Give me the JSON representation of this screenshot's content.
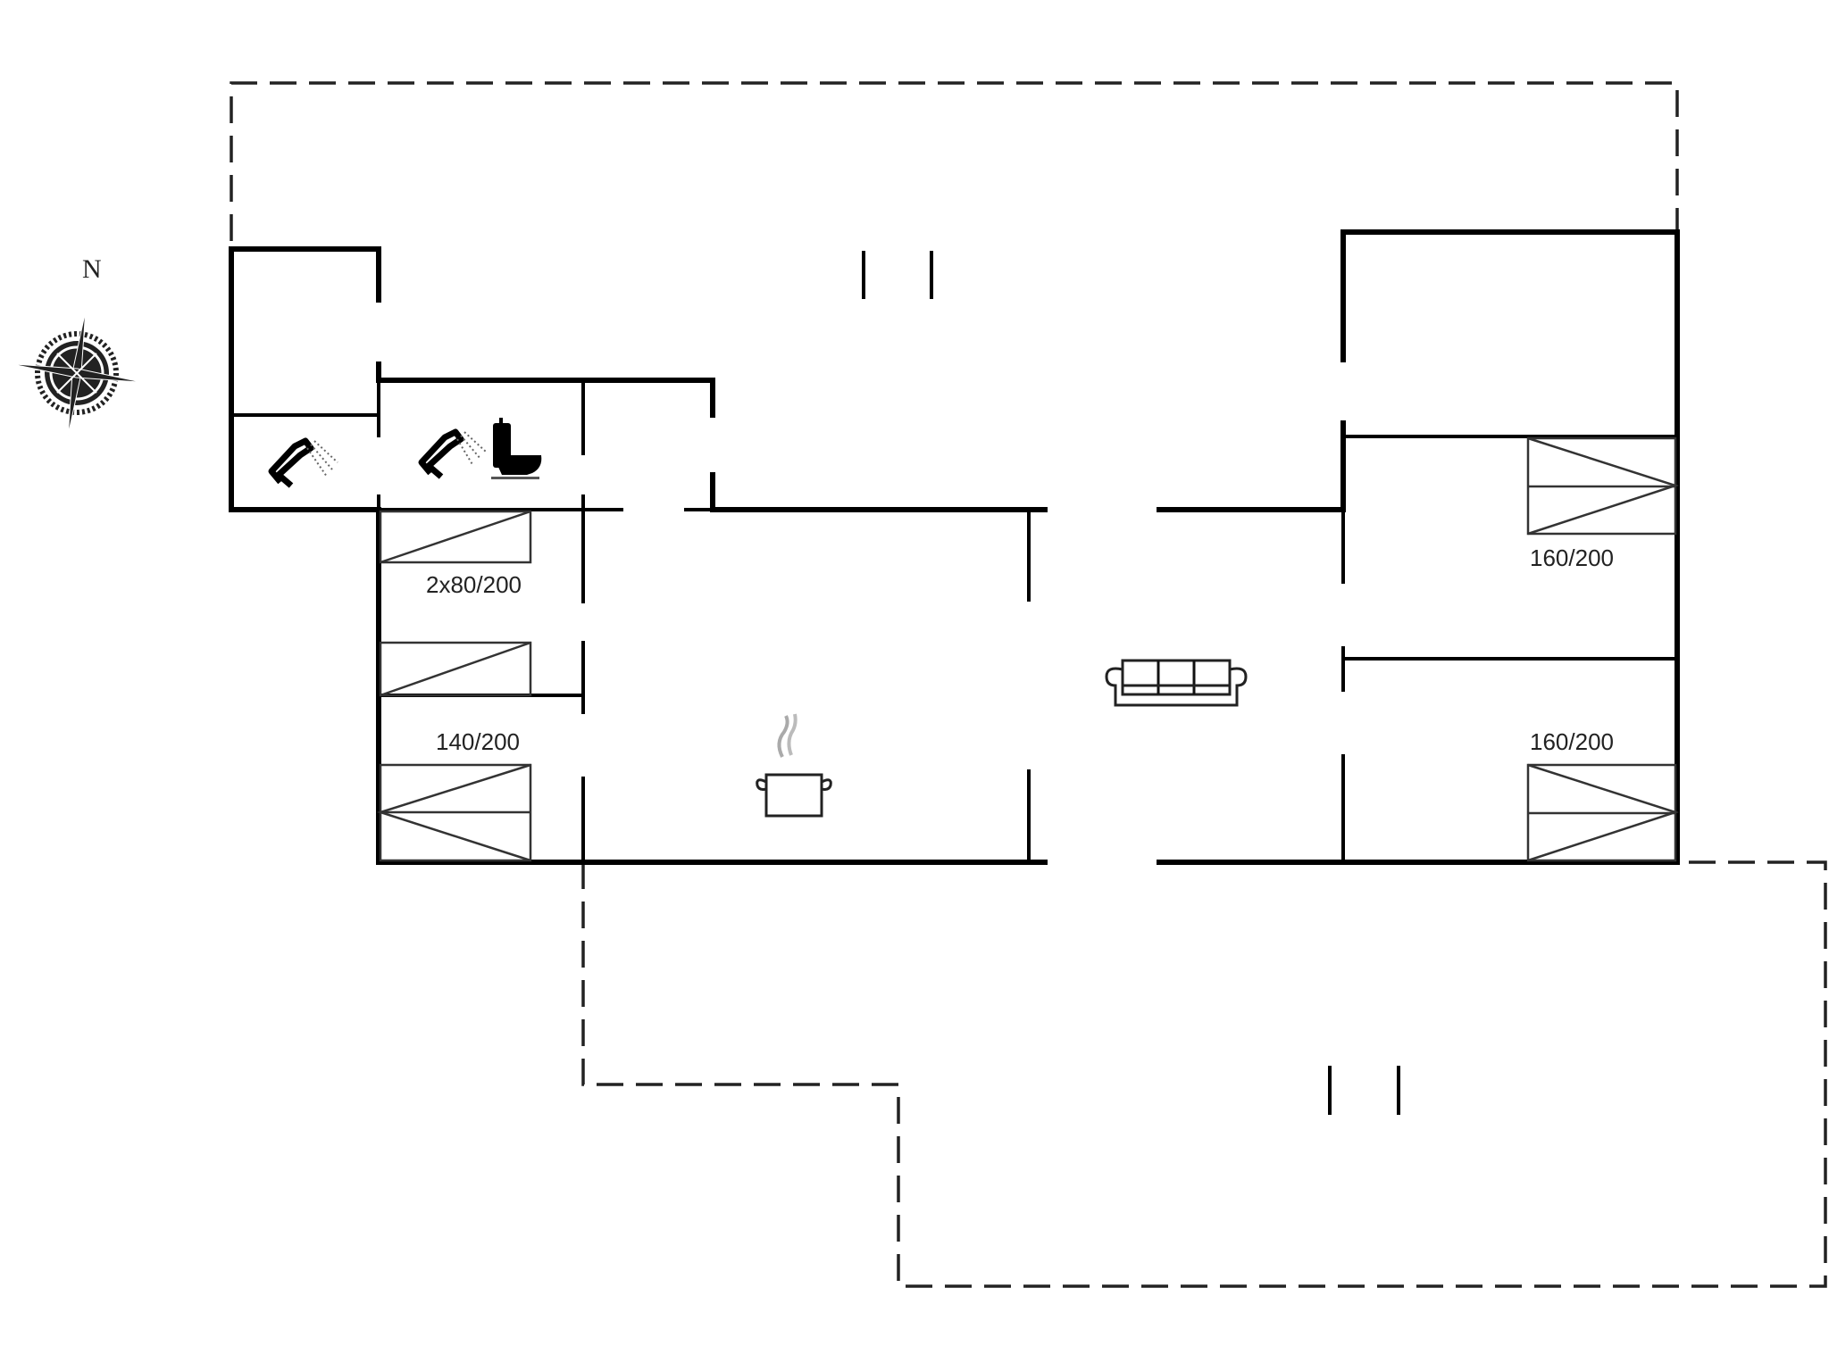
{
  "floorplan": {
    "compass": {
      "label": "N",
      "icon": "compass-rose-icon"
    },
    "beds": [
      {
        "id": "bed-bunk-left",
        "label": "2x80/200"
      },
      {
        "id": "bed-double-left",
        "label": "140/200"
      },
      {
        "id": "bed-double-right-top",
        "label": "160/200"
      },
      {
        "id": "bed-double-right-bottom",
        "label": "160/200"
      }
    ],
    "fixtures": [
      {
        "id": "shower-1",
        "icon": "shower-icon"
      },
      {
        "id": "shower-2",
        "icon": "shower-icon"
      },
      {
        "id": "toilet",
        "icon": "toilet-icon"
      },
      {
        "id": "kitchen",
        "icon": "cooking-pot-icon"
      },
      {
        "id": "living-room",
        "icon": "sofa-icon"
      }
    ],
    "colors": {
      "walls": "#000000",
      "background": "#ffffff",
      "terrace_outline": "#222222"
    }
  }
}
